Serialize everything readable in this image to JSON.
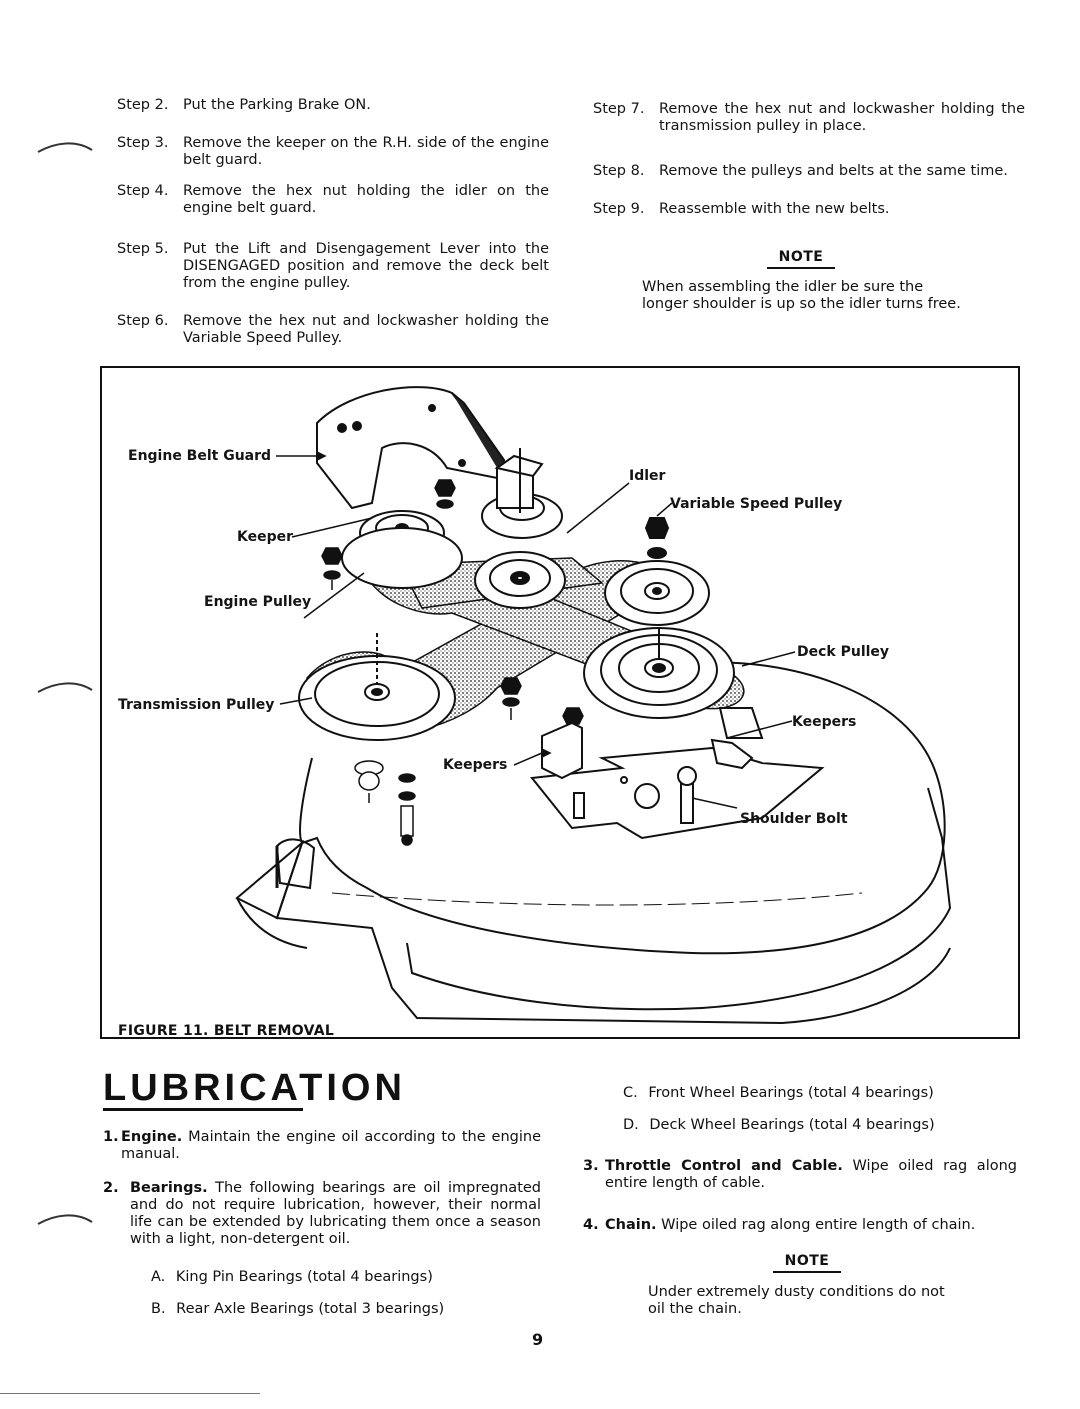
{
  "steps_left": [
    {
      "label": "Step 2.",
      "text": "Put the Parking Brake ON."
    },
    {
      "label": "Step 3.",
      "text": "Remove the keeper on the R.H. side of the engine belt guard."
    },
    {
      "label": "Step 4.",
      "text": "Remove the hex nut holding the idler on the engine belt guard."
    },
    {
      "label": "Step 5.",
      "text": "Put the Lift and Disengagement Lever into the DISENGAGED position and remove the deck belt from the engine pulley."
    },
    {
      "label": "Step 6.",
      "text": "Remove the hex nut and lockwasher holding the Variable Speed Pulley."
    }
  ],
  "steps_right": [
    {
      "label": "Step 7.",
      "text": "Remove the hex nut and lockwasher holding the transmission pulley in place."
    },
    {
      "label": "Step 8.",
      "text": "Remove the pulleys and belts at the same time."
    },
    {
      "label": "Step 9.",
      "text": "Reassemble with the new belts."
    }
  ],
  "note1": {
    "heading": "NOTE",
    "text": "When assembling the idler be sure the longer shoulder is up so the idler turns free."
  },
  "figure": {
    "caption": "FIGURE 11. BELT REMOVAL",
    "labels": {
      "engine_belt_guard": "Engine Belt Guard",
      "idler": "Idler",
      "variable_speed_pulley": "Variable Speed Pulley",
      "keeper": "Keeper",
      "engine_pulley": "Engine Pulley",
      "deck_pulley": "Deck Pulley",
      "transmission_pulley": "Transmission Pulley",
      "keepers_right": "Keepers",
      "keepers_center": "Keepers",
      "shoulder_bolt": "Shoulder Bolt"
    }
  },
  "lubrication": {
    "title": "LUBRICATION",
    "items": [
      {
        "num": "1.",
        "head": "Engine.",
        "text": "Maintain the engine oil according to the engine manual."
      },
      {
        "num": "2.",
        "head": "Bearings.",
        "text": "The following bearings are oil impregnated and do not require lubrication, however, their normal life can be extended by lubricating them once a season with a light, non-detergent oil."
      },
      {
        "num": "3.",
        "head": "Throttle Control and Cable.",
        "text": "Wipe oiled rag along entire length of cable."
      },
      {
        "num": "4.",
        "head": "Chain.",
        "text": "Wipe oiled rag along entire length of chain."
      }
    ],
    "bearings": [
      {
        "letter": "A.",
        "text": "King Pin Bearings (total 4 bearings)"
      },
      {
        "letter": "B.",
        "text": "Rear Axle Bearings (total 3 bearings)"
      },
      {
        "letter": "C.",
        "text": "Front Wheel Bearings (total 4 bearings)"
      },
      {
        "letter": "D.",
        "text": "Deck Wheel Bearings (total 4 bearings)"
      }
    ]
  },
  "note2": {
    "heading": "NOTE",
    "text": "Under extremely dusty conditions do not oil the chain."
  },
  "page_number": "9"
}
